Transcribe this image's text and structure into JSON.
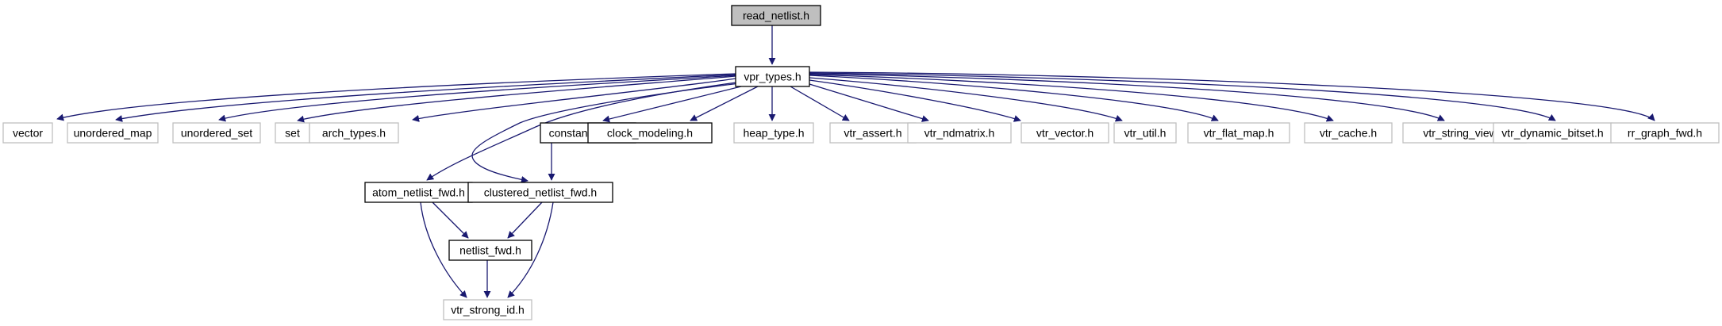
{
  "diagram": {
    "type": "include-dependency-graph",
    "colors": {
      "edge": "#191970",
      "root_fill": "#bfbfbf",
      "documented_border": "#000000",
      "undocumented_border": "#bfbfbf"
    },
    "nodes": [
      {
        "id": "read_netlist",
        "label": "read_netlist.h",
        "kind": "root"
      },
      {
        "id": "vpr_types",
        "label": "vpr_types.h",
        "kind": "documented"
      },
      {
        "id": "vector",
        "label": "vector",
        "kind": "external"
      },
      {
        "id": "unordered_map",
        "label": "unordered_map",
        "kind": "external"
      },
      {
        "id": "unordered_set",
        "label": "unordered_set",
        "kind": "external"
      },
      {
        "id": "set",
        "label": "set",
        "kind": "external"
      },
      {
        "id": "arch_types",
        "label": "arch_types.h",
        "kind": "external"
      },
      {
        "id": "constant_nets",
        "label": "constant_nets.h",
        "kind": "documented"
      },
      {
        "id": "clock_modeling",
        "label": "clock_modeling.h",
        "kind": "documented"
      },
      {
        "id": "heap_type",
        "label": "heap_type.h",
        "kind": "external"
      },
      {
        "id": "vtr_assert",
        "label": "vtr_assert.h",
        "kind": "external"
      },
      {
        "id": "vtr_ndmatrix",
        "label": "vtr_ndmatrix.h",
        "kind": "external"
      },
      {
        "id": "vtr_vector",
        "label": "vtr_vector.h",
        "kind": "external"
      },
      {
        "id": "vtr_util",
        "label": "vtr_util.h",
        "kind": "external"
      },
      {
        "id": "vtr_flat_map",
        "label": "vtr_flat_map.h",
        "kind": "external"
      },
      {
        "id": "vtr_cache",
        "label": "vtr_cache.h",
        "kind": "external"
      },
      {
        "id": "vtr_string_view",
        "label": "vtr_string_view.h",
        "kind": "external"
      },
      {
        "id": "vtr_dynamic_bitset",
        "label": "vtr_dynamic_bitset.h",
        "kind": "external"
      },
      {
        "id": "rr_graph_fwd",
        "label": "rr_graph_fwd.h",
        "kind": "external"
      },
      {
        "id": "atom_netlist_fwd",
        "label": "atom_netlist_fwd.h",
        "kind": "documented"
      },
      {
        "id": "clustered_netlist_fwd",
        "label": "clustered_netlist_fwd.h",
        "kind": "documented"
      },
      {
        "id": "netlist_fwd",
        "label": "netlist_fwd.h",
        "kind": "documented"
      },
      {
        "id": "vtr_strong_id",
        "label": "vtr_strong_id.h",
        "kind": "external"
      }
    ],
    "edges": [
      {
        "from": "read_netlist",
        "to": "vpr_types"
      },
      {
        "from": "vpr_types",
        "to": "vector"
      },
      {
        "from": "vpr_types",
        "to": "unordered_map"
      },
      {
        "from": "vpr_types",
        "to": "unordered_set"
      },
      {
        "from": "vpr_types",
        "to": "set"
      },
      {
        "from": "vpr_types",
        "to": "arch_types"
      },
      {
        "from": "vpr_types",
        "to": "constant_nets"
      },
      {
        "from": "vpr_types",
        "to": "clock_modeling"
      },
      {
        "from": "vpr_types",
        "to": "heap_type"
      },
      {
        "from": "vpr_types",
        "to": "vtr_assert"
      },
      {
        "from": "vpr_types",
        "to": "vtr_ndmatrix"
      },
      {
        "from": "vpr_types",
        "to": "vtr_vector"
      },
      {
        "from": "vpr_types",
        "to": "vtr_util"
      },
      {
        "from": "vpr_types",
        "to": "vtr_flat_map"
      },
      {
        "from": "vpr_types",
        "to": "vtr_cache"
      },
      {
        "from": "vpr_types",
        "to": "vtr_string_view"
      },
      {
        "from": "vpr_types",
        "to": "vtr_dynamic_bitset"
      },
      {
        "from": "vpr_types",
        "to": "rr_graph_fwd"
      },
      {
        "from": "vpr_types",
        "to": "atom_netlist_fwd"
      },
      {
        "from": "vpr_types",
        "to": "clustered_netlist_fwd"
      },
      {
        "from": "constant_nets",
        "to": "clustered_netlist_fwd"
      },
      {
        "from": "atom_netlist_fwd",
        "to": "netlist_fwd"
      },
      {
        "from": "atom_netlist_fwd",
        "to": "vtr_strong_id"
      },
      {
        "from": "clustered_netlist_fwd",
        "to": "netlist_fwd"
      },
      {
        "from": "clustered_netlist_fwd",
        "to": "vtr_strong_id"
      },
      {
        "from": "netlist_fwd",
        "to": "vtr_strong_id"
      }
    ]
  }
}
